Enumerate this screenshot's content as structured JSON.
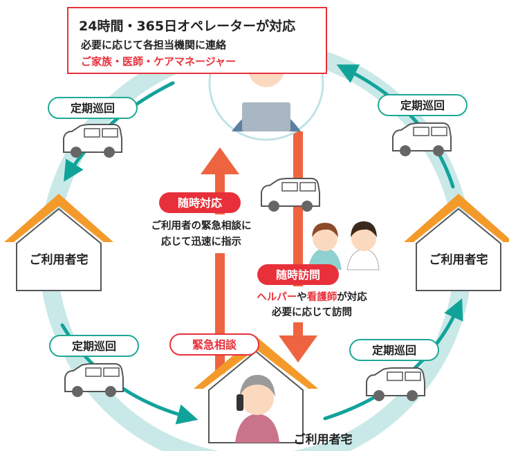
{
  "operator_box": {
    "line1": "24時間・365日オペレーターが対応",
    "line2": "必要に応じて各担当機関に連絡",
    "line3": "ご家族・医師・ケアマネージャー"
  },
  "patrol_label": "定期巡回",
  "residence_label": "ご利用者宅",
  "on_demand_response": {
    "title": "随時対応",
    "line1": "ご利用者の緊急相談に",
    "line2": "応じて迅速に指示"
  },
  "on_demand_visit": {
    "title": "随時訪問",
    "line1_red_a": "ヘルパー",
    "line1_mid": "や",
    "line1_red_b": "看護師",
    "line1_end": "が対応",
    "line2": "必要に応じて訪問"
  },
  "emergency_consult": "緊急相談",
  "colors": {
    "ring": "#bfe3e4",
    "teal_arrow": "#11a39a",
    "orange_arrow": "#ee6440",
    "red_accent": "#e8303a",
    "roof": "#f39a2b",
    "pill_border": "#1ea896"
  }
}
